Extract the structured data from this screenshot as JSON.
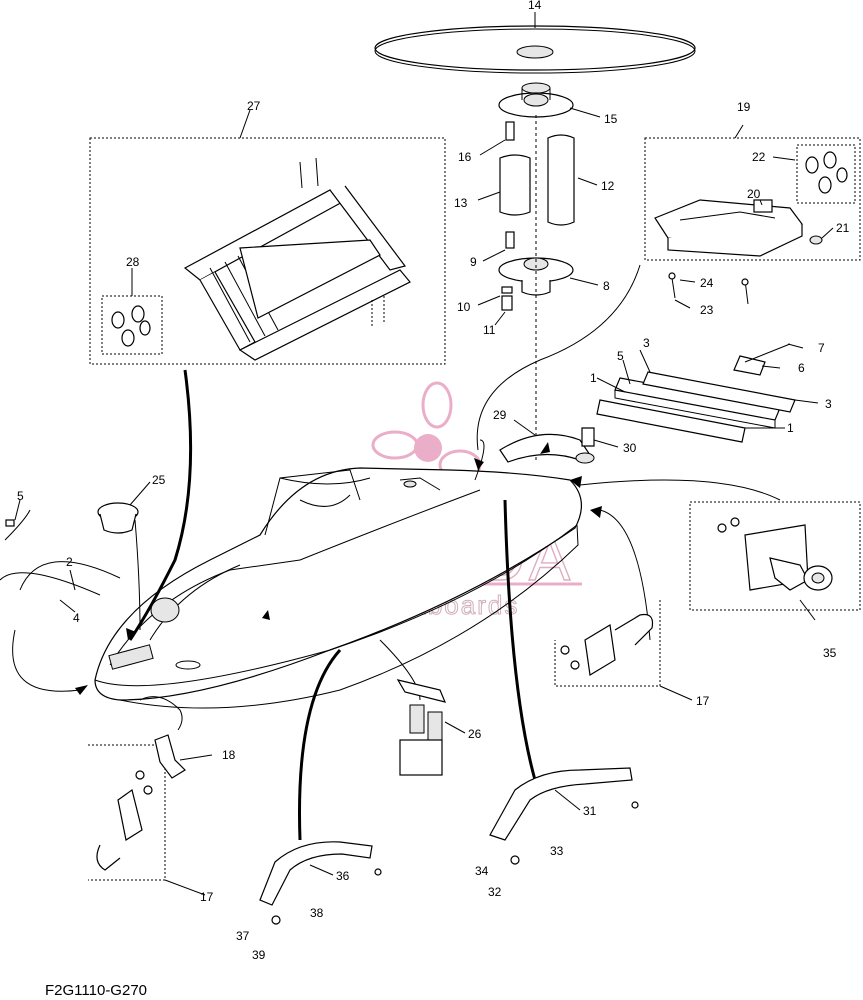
{
  "diagram": {
    "code": "F2G1110-G270",
    "watermark": {
      "brand": "ARMADA",
      "tagline": "marine outboards",
      "color": "#e8a0c0"
    },
    "part_labels": {
      "p1a": "1",
      "p1b": "1",
      "p2": "2",
      "p3a": "3",
      "p3b": "3",
      "p4": "4",
      "p5a": "5",
      "p5b": "5",
      "p6": "6",
      "p7": "7",
      "p8": "8",
      "p9": "9",
      "p10": "10",
      "p11": "11",
      "p12": "12",
      "p13": "13",
      "p14": "14",
      "p15": "15",
      "p16": "16",
      "p17a": "17",
      "p17b": "17",
      "p18": "18",
      "p19": "19",
      "p20": "20",
      "p21": "21",
      "p22": "22",
      "p23": "23",
      "p24": "24",
      "p25": "25",
      "p26": "26",
      "p27": "27",
      "p28": "28",
      "p29": "29",
      "p30": "30",
      "p31": "31",
      "p32": "32",
      "p33": "33",
      "p34": "34",
      "p35": "35",
      "p36": "36",
      "p37": "37",
      "p38": "38",
      "p39": "39"
    }
  }
}
